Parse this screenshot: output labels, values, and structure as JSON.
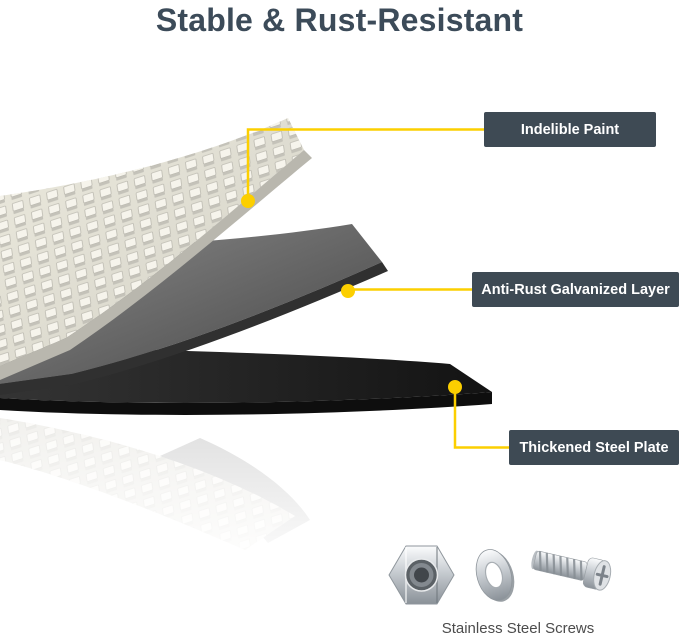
{
  "title": "Stable & Rust-Resistant",
  "callouts": [
    {
      "label": "Indelible Paint"
    },
    {
      "label": "Anti-Rust Galvanized Layer"
    },
    {
      "label": "Thickened Steel Plate"
    }
  ],
  "hardware": {
    "caption": "Stainless Steel Screws",
    "icons": [
      "hex-nut-icon",
      "washer-icon",
      "phillips-screw-icon"
    ]
  },
  "colors": {
    "accent_yellow": "#fccf00",
    "callout_background": "#3e4a54",
    "callout_text": "#ffffff",
    "title_text": "#3c4b59",
    "caption_text": "#4c4c4c",
    "steel_plate_black": "#1a1a1a",
    "galvanized_gray": "#5a5a5a",
    "paint_white": "#efede4"
  }
}
